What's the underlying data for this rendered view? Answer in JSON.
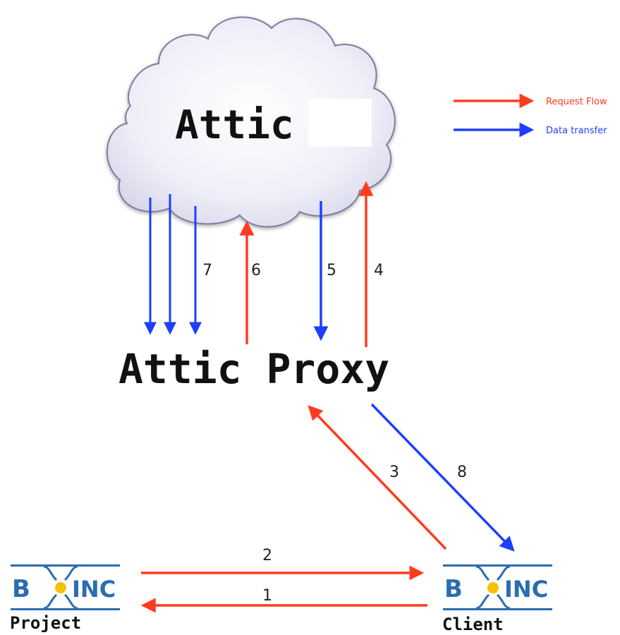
{
  "cloud": {
    "label": "Attic"
  },
  "proxy": {
    "label": "Attic Proxy"
  },
  "legend": {
    "request": {
      "label": "Request Flow",
      "color": "#ff3b1f"
    },
    "data": {
      "label": "Data transfer",
      "color": "#1e3fff"
    }
  },
  "steps": [
    "1",
    "2",
    "3",
    "4",
    "5",
    "6",
    "7",
    "8"
  ],
  "project": {
    "logo": "BOINC",
    "caption": "Project"
  },
  "client": {
    "logo": "BOINC",
    "caption": "Client"
  },
  "colors": {
    "request": "#ff3b1f",
    "data": "#1e3fff",
    "logo_blue": "#2a6db0",
    "logo_dot": "#f2c400"
  }
}
